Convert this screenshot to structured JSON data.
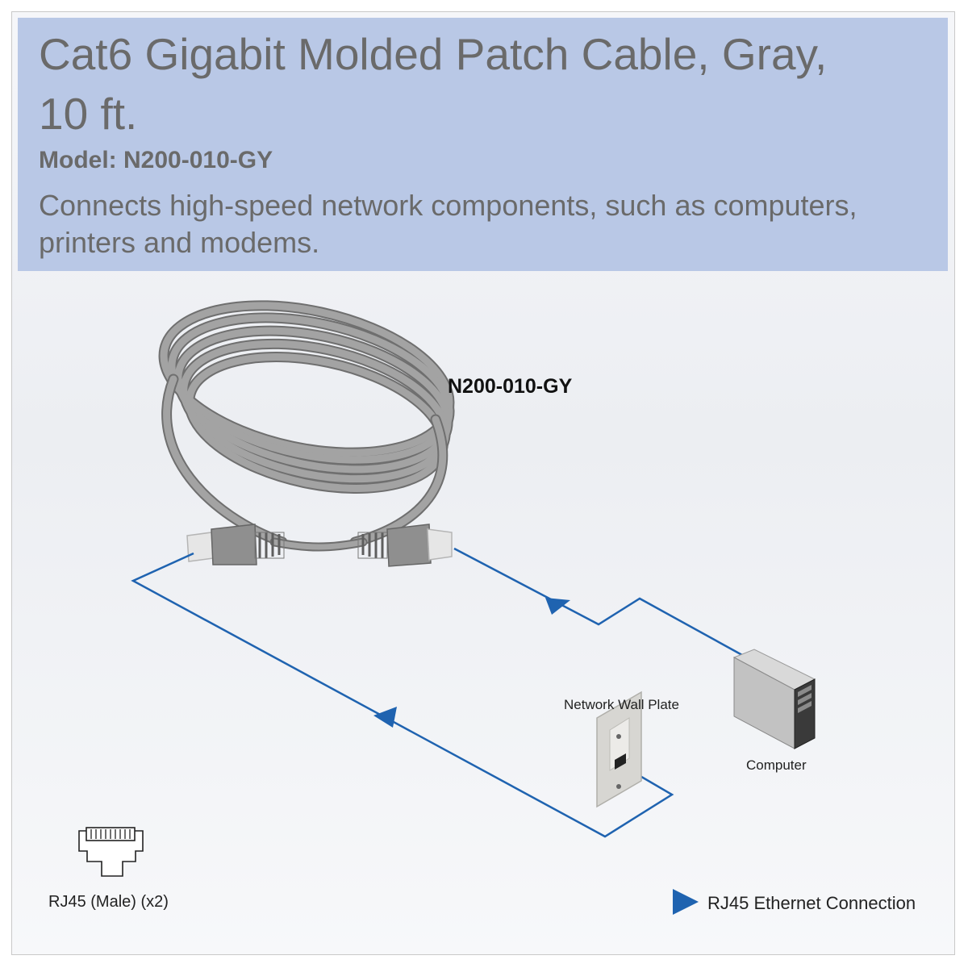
{
  "header": {
    "title": "Cat6 Gigabit Molded Patch Cable, Gray, 10 ft.",
    "model": "Model: N200-010-GY",
    "description": "Connects high-speed network components, such as computers, printers and modems."
  },
  "diagram": {
    "product_label": "N200-010-GY",
    "wall_plate_label": "Network Wall Plate",
    "computer_label": "Computer",
    "connector_label": "RJ45 (Male) (x2)",
    "legend_label": "RJ45 Ethernet Connection"
  },
  "colors": {
    "header_bg": "#b9c8e6",
    "connection_line": "#1f63b0",
    "cable": "#8e8e8e"
  }
}
